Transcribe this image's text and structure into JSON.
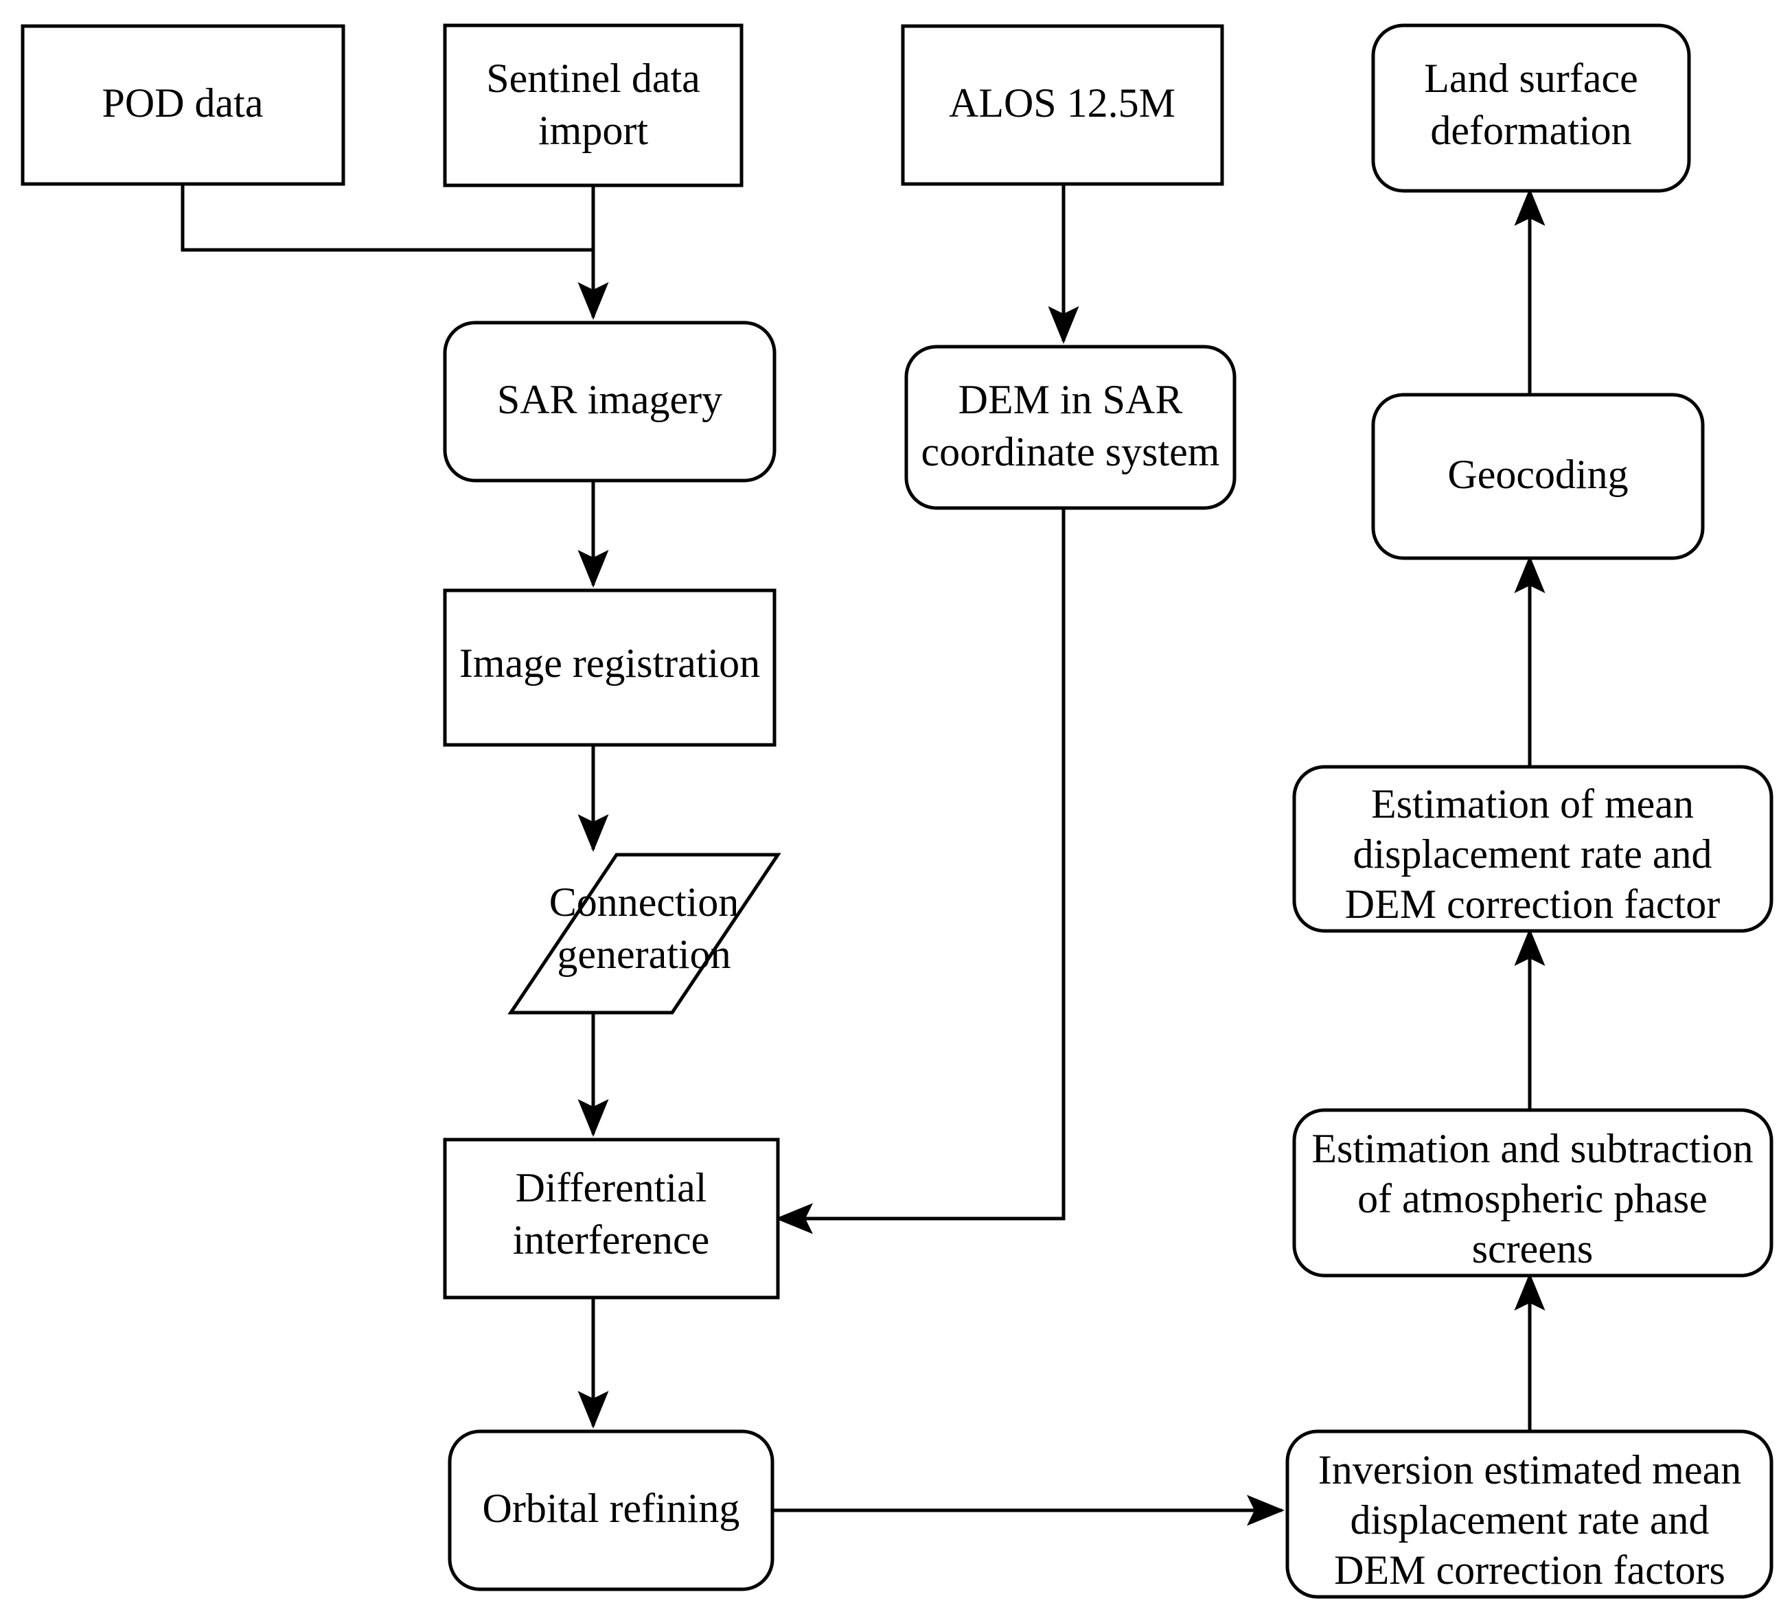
{
  "diagram": {
    "title": "InSAR land surface deformation processing flowchart",
    "background_color": "#ffffff",
    "line_color": "#000000",
    "node_fill": "#ffffff"
  },
  "nodes": {
    "pod_data": {
      "label": "POD data",
      "shape": "rectangle"
    },
    "sentinel_import_line1": {
      "label": "Sentinel data"
    },
    "sentinel_import_line2": {
      "label": "import"
    },
    "alos": {
      "label": "ALOS 12.5M",
      "shape": "rectangle"
    },
    "land_surface_line1": {
      "label": "Land surface"
    },
    "land_surface_line2": {
      "label": "deformation"
    },
    "sar_imagery": {
      "label": "SAR imagery",
      "shape": "rounded-rectangle"
    },
    "dem_sar_line1": {
      "label": "DEM in SAR"
    },
    "dem_sar_line2": {
      "label": "coordinate system"
    },
    "geocoding": {
      "label": "Geocoding",
      "shape": "rounded-rectangle"
    },
    "image_registration": {
      "label": "Image registration",
      "shape": "rectangle"
    },
    "connection_generation_line1": {
      "label": "Connection"
    },
    "connection_generation_line2": {
      "label": "generation"
    },
    "estimation_mean_line1": {
      "label": "Estimation of mean"
    },
    "estimation_mean_line2": {
      "label": "displacement rate and"
    },
    "estimation_mean_line3": {
      "label": "DEM correction factor"
    },
    "differential_line1": {
      "label": "Differential"
    },
    "differential_line2": {
      "label": "interference"
    },
    "atmospheric_line1": {
      "label": "Estimation and subtraction"
    },
    "atmospheric_line2": {
      "label": "of atmospheric phase"
    },
    "atmospheric_line3": {
      "label": "screens"
    },
    "orbital_refining": {
      "label": "Orbital refining",
      "shape": "rounded-rectangle"
    },
    "inversion_line1": {
      "label": "Inversion estimated mean"
    },
    "inversion_line2": {
      "label": "displacement rate and"
    },
    "inversion_line3": {
      "label": "DEM correction factors"
    }
  },
  "edges": [
    {
      "from": "pod_data",
      "to": "sar_imagery",
      "style": "elbow-arrow"
    },
    {
      "from": "sentinel_import",
      "to": "sar_imagery",
      "style": "straight-arrow"
    },
    {
      "from": "alos",
      "to": "dem_sar",
      "style": "straight-arrow"
    },
    {
      "from": "sar_imagery",
      "to": "image_registration",
      "style": "straight-arrow"
    },
    {
      "from": "image_registration",
      "to": "connection_generation",
      "style": "straight-arrow"
    },
    {
      "from": "connection_generation",
      "to": "differential_interference",
      "style": "straight-arrow"
    },
    {
      "from": "dem_sar",
      "to": "differential_interference",
      "style": "elbow-arrow"
    },
    {
      "from": "differential_interference",
      "to": "orbital_refining",
      "style": "straight-arrow"
    },
    {
      "from": "orbital_refining",
      "to": "inversion",
      "style": "straight-arrow"
    },
    {
      "from": "inversion",
      "to": "atmospheric",
      "style": "straight-arrow"
    },
    {
      "from": "atmospheric",
      "to": "estimation_mean",
      "style": "straight-arrow"
    },
    {
      "from": "estimation_mean",
      "to": "geocoding",
      "style": "straight-arrow"
    },
    {
      "from": "geocoding",
      "to": "land_surface_deformation",
      "style": "straight-arrow"
    }
  ]
}
